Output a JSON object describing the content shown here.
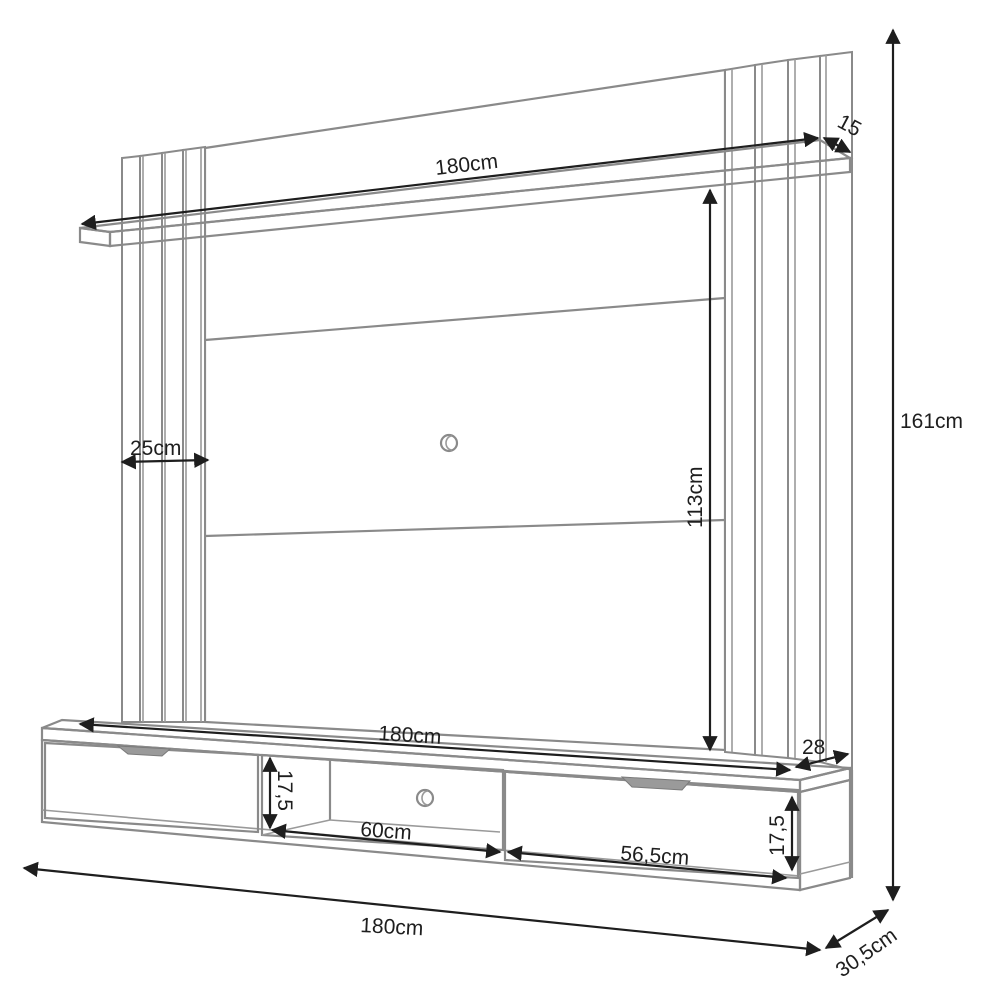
{
  "diagram": {
    "subject": "Wall-mounted TV panel with slatted side columns, top shelf and floating rack with two drawers and central niche",
    "colors": {
      "outline": "#8a8a8a",
      "dimension_line": "#1e1e1e",
      "background": "#ffffff"
    },
    "dimensions": {
      "top_shelf_width": "180cm",
      "top_shelf_depth": "15",
      "slat_column_width": "25cm",
      "tv_panel_height": "113cm",
      "total_height": "161cm",
      "rack_top_width": "180cm",
      "rack_depth_top": "28",
      "left_niche_height": "17,5",
      "center_niche_width": "60cm",
      "right_drawer_width": "56,5cm",
      "right_drawer_height": "17,5",
      "total_width": "180cm",
      "total_depth": "30,5cm"
    },
    "components": [
      {
        "name": "top-shelf"
      },
      {
        "name": "left-slat-column",
        "slats": 4
      },
      {
        "name": "right-slat-column",
        "slats": 5
      },
      {
        "name": "tv-back-panel",
        "sections": 3
      },
      {
        "name": "cable-pass-hole-panel"
      },
      {
        "name": "rack"
      },
      {
        "name": "left-drawer"
      },
      {
        "name": "center-niche"
      },
      {
        "name": "cable-pass-hole-niche"
      },
      {
        "name": "right-drawer"
      }
    ]
  }
}
